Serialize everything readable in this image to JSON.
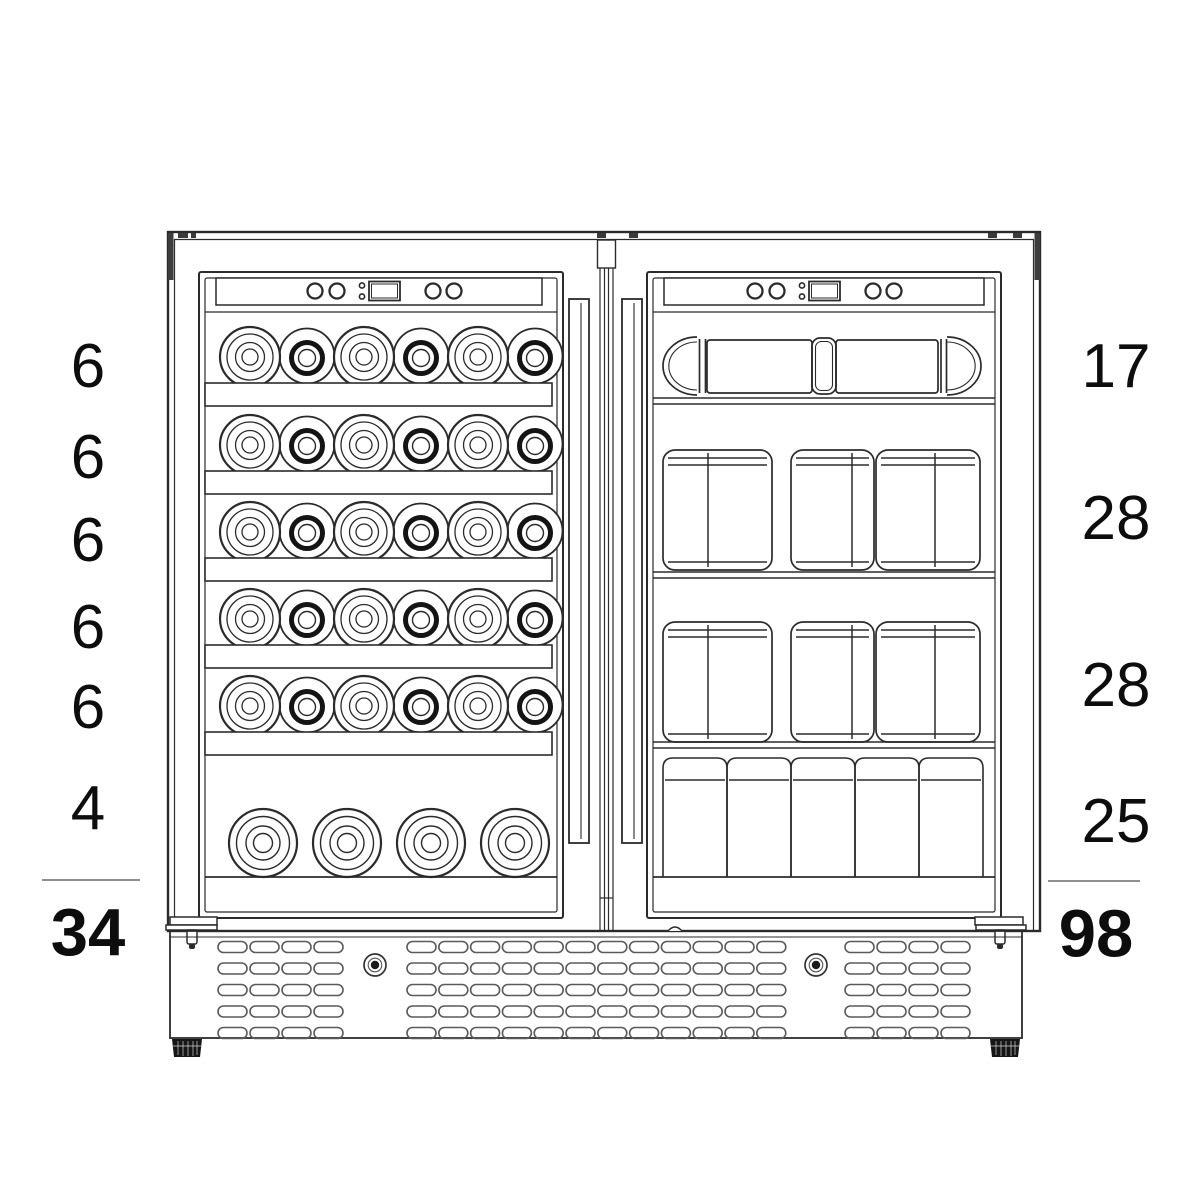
{
  "diagram": {
    "appliance": "dual-zone wine and beverage cooler front line drawing",
    "background": "#ffffff",
    "line_color": "#2b2b2b"
  },
  "left_zone": {
    "row_capacities": [
      "6",
      "6",
      "6",
      "6",
      "6",
      "4"
    ],
    "total": "34"
  },
  "right_zone": {
    "row_capacities": [
      "17",
      "28",
      "28",
      "25"
    ],
    "total": "98"
  }
}
